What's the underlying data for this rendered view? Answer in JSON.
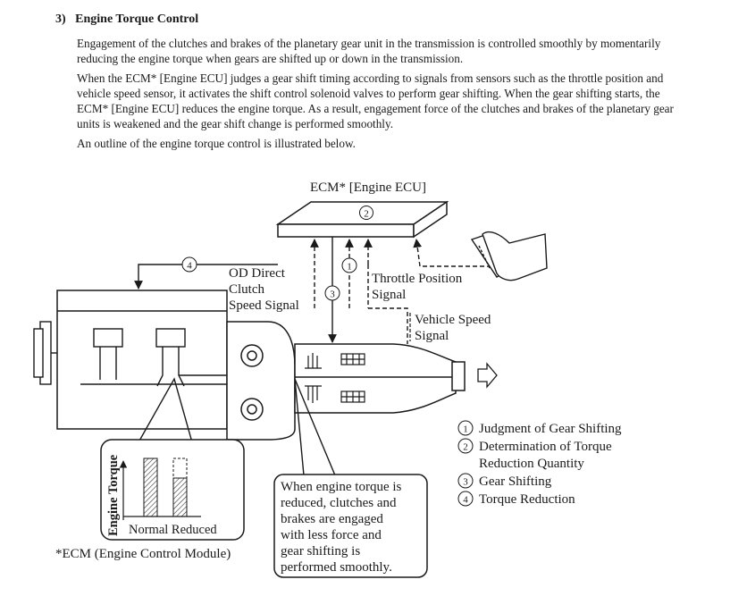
{
  "section": {
    "number": "3)",
    "title": "Engine Torque Control"
  },
  "paragraphs": [
    "Engagement of the clutches and brakes of the planetary gear unit in the transmission is controlled smoothly by momentarily reducing the engine torque when gears are shifted up or down in the transmission.",
    "When the ECM* [Engine ECU] judges a gear shift timing according to signals from sensors such as the throttle position and vehicle speed sensor, it activates the shift control solenoid valves to perform gear shifting. When the gear shifting starts, the ECM* [Engine ECU] reduces the engine torque. As a result, engagement force of the clutches and brakes of the planetary gear units is weakened and the gear shift change is performed smoothly.",
    "An outline of the engine torque control is illustrated below."
  ],
  "diagram": {
    "ecm_title": "ECM* [Engine ECU]",
    "markers": {
      "m1": "1",
      "m2": "2",
      "m3": "3",
      "m4": "4"
    },
    "signals": {
      "od_line1": "OD Direct",
      "od_line2": "Clutch",
      "od_line3": "Speed Signal",
      "tp_line1": "Throttle Position",
      "tp_line2": "Signal",
      "vs_line1": "Vehicle Speed",
      "vs_line2": "Signal"
    },
    "inset_chart": {
      "y_label": "Engine Torque",
      "x_label": "Normal Reduced"
    },
    "note_lines": [
      "When engine torque is",
      "reduced, clutches and",
      "brakes are engaged",
      "with less force and",
      "gear shifting is",
      "performed smoothly."
    ],
    "footnote": "*ECM (Engine Control Module)",
    "legend": [
      {
        "num": "1",
        "line1": "Judgment of Gear Shifting",
        "line2": ""
      },
      {
        "num": "2",
        "line1": "Determination of Torque",
        "line2": "Reduction Quantity"
      },
      {
        "num": "3",
        "line1": "Gear Shifting",
        "line2": ""
      },
      {
        "num": "4",
        "line1": "Torque Reduction",
        "line2": ""
      }
    ]
  }
}
